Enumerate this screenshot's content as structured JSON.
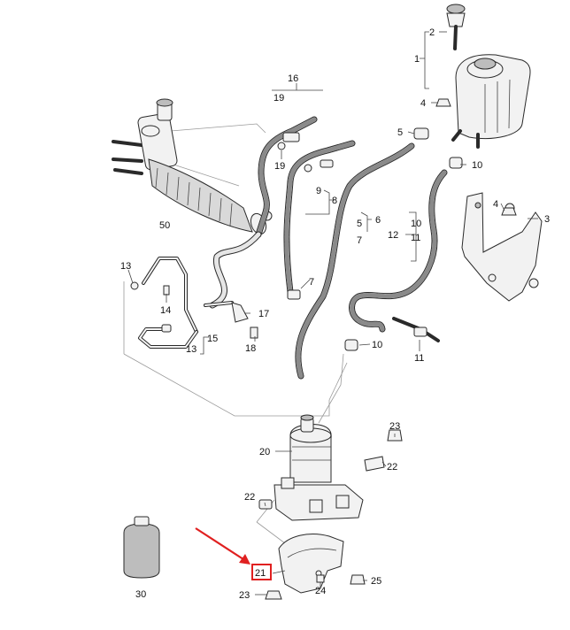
{
  "diagram": {
    "callouts": [
      {
        "id": "c-1",
        "text": "1"
      },
      {
        "id": "c-2",
        "text": "2"
      },
      {
        "id": "c-3",
        "text": "3"
      },
      {
        "id": "c-4a",
        "text": "4"
      },
      {
        "id": "c-4b",
        "text": "4"
      },
      {
        "id": "c-5a",
        "text": "5"
      },
      {
        "id": "c-5b",
        "text": "5"
      },
      {
        "id": "c-6",
        "text": "6"
      },
      {
        "id": "c-7a",
        "text": "7"
      },
      {
        "id": "c-7b",
        "text": "7"
      },
      {
        "id": "c-8",
        "text": "8"
      },
      {
        "id": "c-9",
        "text": "9"
      },
      {
        "id": "c-10a",
        "text": "10"
      },
      {
        "id": "c-10b",
        "text": "10"
      },
      {
        "id": "c-10c",
        "text": "10"
      },
      {
        "id": "c-11a",
        "text": "11"
      },
      {
        "id": "c-11b",
        "text": "11"
      },
      {
        "id": "c-12",
        "text": "12"
      },
      {
        "id": "c-13a",
        "text": "13"
      },
      {
        "id": "c-13b",
        "text": "13"
      },
      {
        "id": "c-14",
        "text": "14"
      },
      {
        "id": "c-15",
        "text": "15"
      },
      {
        "id": "c-16",
        "text": "16"
      },
      {
        "id": "c-17",
        "text": "17"
      },
      {
        "id": "c-18",
        "text": "18"
      },
      {
        "id": "c-19a",
        "text": "19"
      },
      {
        "id": "c-19b",
        "text": "19"
      },
      {
        "id": "c-20",
        "text": "20"
      },
      {
        "id": "c-21",
        "text": "21"
      },
      {
        "id": "c-22a",
        "text": "22"
      },
      {
        "id": "c-22b",
        "text": "22"
      },
      {
        "id": "c-23a",
        "text": "23"
      },
      {
        "id": "c-23b",
        "text": "23"
      },
      {
        "id": "c-24",
        "text": "24"
      },
      {
        "id": "c-25",
        "text": "25"
      },
      {
        "id": "c-30",
        "text": "30"
      },
      {
        "id": "c-50",
        "text": "50"
      }
    ],
    "highlighted_callout": "21",
    "colors": {
      "highlight": "#e02020",
      "line": "#2a2a2a",
      "part_fill": "#f2f2f2"
    }
  }
}
